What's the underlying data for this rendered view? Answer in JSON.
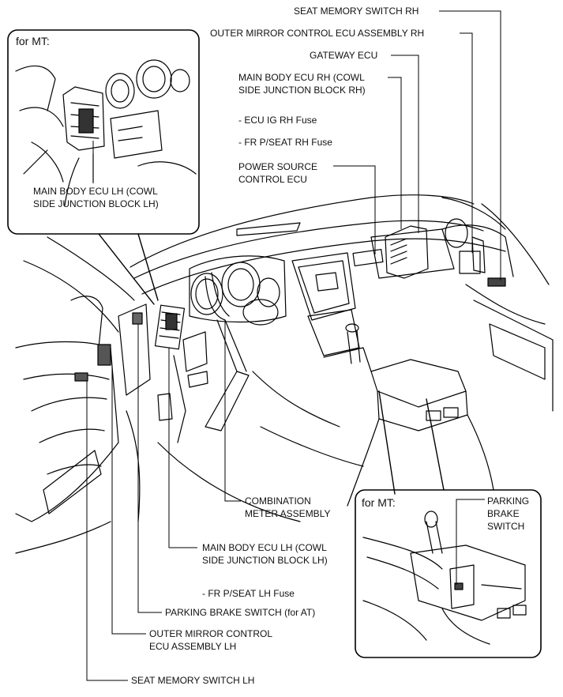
{
  "insets": {
    "top_left": {
      "title": "for MT:",
      "label_line1": "MAIN BODY ECU LH (COWL",
      "label_line2": "SIDE JUNCTION BLOCK LH)"
    },
    "bottom_right": {
      "title": "for MT:",
      "label_line1": "PARKING",
      "label_line2": "BRAKE",
      "label_line3": "SWITCH"
    }
  },
  "labels": {
    "seat_memory_rh": "SEAT MEMORY SWITCH RH",
    "outer_mirror_rh": "OUTER MIRROR CONTROL ECU ASSEMBLY RH",
    "gateway_ecu": "GATEWAY ECU",
    "main_body_rh_line1": "MAIN BODY ECU RH (COWL",
    "main_body_rh_line2": "SIDE JUNCTION BLOCK RH)",
    "ecu_ig_rh_fuse": "- ECU IG RH Fuse",
    "fr_pseat_rh_fuse": "- FR P/SEAT RH Fuse",
    "power_source_line1": "POWER SOURCE",
    "power_source_line2": "CONTROL ECU",
    "combination_meter_line1": "COMBINATION",
    "combination_meter_line2": "METER ASSEMBLY",
    "main_body_lh_line1": "MAIN BODY ECU LH (COWL",
    "main_body_lh_line2": "SIDE JUNCTION BLOCK LH)",
    "fr_pseat_lh_fuse": "- FR P/SEAT LH Fuse",
    "parking_brake_at": "PARKING BRAKE SWITCH  (for AT)",
    "outer_mirror_lh_line1": "OUTER MIRROR CONTROL",
    "outer_mirror_lh_line2": "ECU ASSEMBLY LH",
    "seat_memory_lh": "SEAT MEMORY SWITCH LH"
  }
}
